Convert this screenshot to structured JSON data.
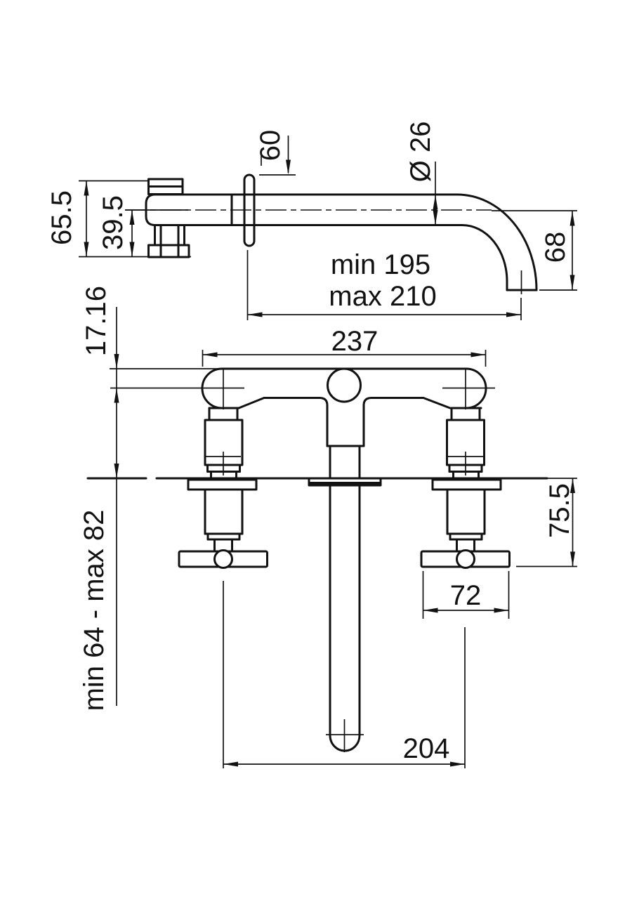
{
  "colors": {
    "line": "#121212",
    "background": "#ffffff"
  },
  "top_view": {
    "label_height_total": "65.5",
    "label_height_to_base": "39.5",
    "label_escutcheon": "60",
    "label_spout_diameter": "Ø 26",
    "label_drop_height": "68",
    "label_reach_min": "min 195",
    "label_reach_max": "max 210"
  },
  "front_view": {
    "label_top_offset": "17.16",
    "label_overall_width": "237",
    "label_handle_depth": "75.5",
    "label_handle_width": "72",
    "label_handle_centers": "204",
    "label_deck_thickness": "min 64 - max 82"
  }
}
